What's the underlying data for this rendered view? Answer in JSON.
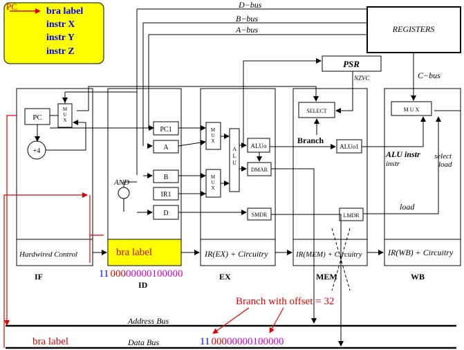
{
  "legend": {
    "pc_label": "PC",
    "lines": [
      "bra  label",
      "instr X",
      "instr Y",
      "instr Z"
    ]
  },
  "buses": {
    "d_bus": "D−bus",
    "b_bus": "B−bus",
    "a_bus": "A−bus",
    "c_bus": "C−bus",
    "address_bus": "Address Bus",
    "data_bus": "Data Bus"
  },
  "registers": "REGISTERS",
  "psr": "PSR",
  "nzvc": "NZVC",
  "blocks": {
    "pc": "PC",
    "plus4": "+4",
    "mux": "M\nU\nX",
    "mux_wb": "M U X",
    "pc1": "PC1",
    "a": "A",
    "b": "B",
    "ir1": "IR1",
    "d": "D",
    "and": "AND",
    "alu": "A\nL\nU",
    "aluo": "ALUo",
    "dmar": "DMAR",
    "smdr": "SMDR",
    "select": "SELECT",
    "branch": "Branch",
    "aluo1": "ALUo1",
    "lmdr": "LMDR",
    "alu_instr": "ALU\ninstr",
    "select_load": "select\nload",
    "load": "load"
  },
  "stage_bars": {
    "if": "Hardwired Control",
    "id": "bra label",
    "ex": "IR(EX) + Circuitry",
    "mem": "IR(MEM) + Circuitry",
    "wb": "IR(WB) + Circuitry"
  },
  "stages": [
    "IF",
    "ID",
    "EX",
    "MEM",
    "WB"
  ],
  "binary": {
    "p1": "11",
    "p2": "000",
    "p3": "00000100000"
  },
  "branch_note": "Branch with offset = 32",
  "bottom_label": "bra label",
  "colors": {
    "blue": "#0000ff",
    "magenta": "#d000d0",
    "red": "#e00000",
    "yellow": "#ffff00"
  }
}
